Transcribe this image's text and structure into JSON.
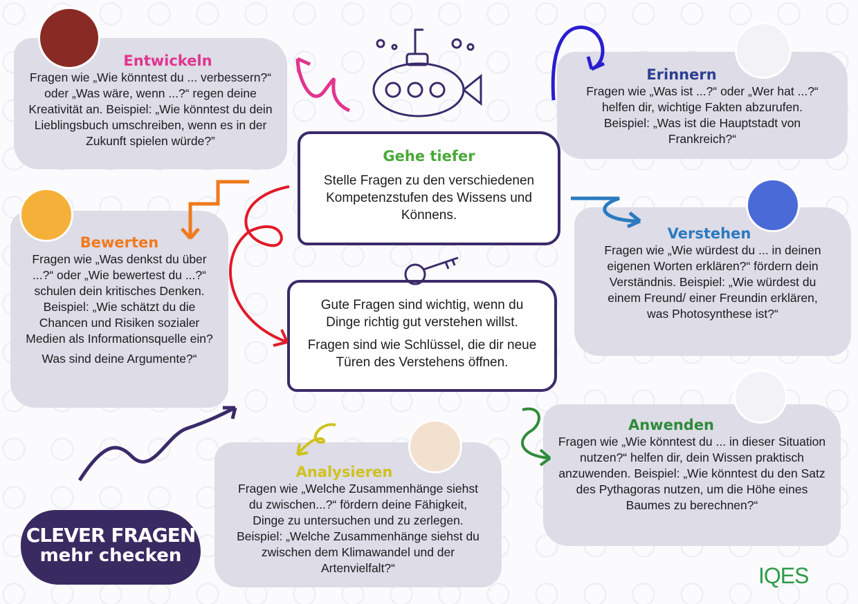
{
  "center": {
    "title": "Gehe tiefer",
    "text": "Stelle Fragen zu den verschiedenen Kompetenzstufen des Wissens und Könnens.",
    "para1": "Gute Fragen sind wichtig, wenn du Dinge richtig gut verstehen willst.",
    "para2": "Fragen sind wie Schlüssel, die dir neue Türen des Verstehens öffnen."
  },
  "cards": [
    {
      "title": "Entwickeln",
      "color": "#e0368f",
      "text": "Fragen wie „Wie könntest du ... verbessern?“ oder „Was wäre, wenn ...?“ regen deine Kreativität an. Beispiel: „Wie könntest du dein Lieblingsbuch umschreiben, wenn es in der Zukunft spielen würde?”"
    },
    {
      "title": "Erinnern",
      "color": "#2e3f8f",
      "text": "Fragen wie „Was ist ...?“ oder „Wer hat ...?“ helfen dir, wichtige Fakten abzurufen. Beispiel: „Was ist die Hauptstadt von Frankreich?“"
    },
    {
      "title": "Bewerten",
      "color": "#f07a1d",
      "text": "Fragen wie „Was denkst du über ...?“ oder „Wie bewertest du ...?“ schulen dein kritisches Denken. Beispiel: „Wie schätzt du die Chancen und Risiken sozialer Medien als Informationsquelle ein?",
      "text2": "Was sind deine Argumente?“"
    },
    {
      "title": "Verstehen",
      "color": "#2a7ac0",
      "text": "Fragen wie „Wie würdest du ... in deinen eigenen Worten erklären?“ fördern dein Verständnis. Beispiel: „Wie würdest du einem Freund/ einer Freundin erklären, was Photosynthese ist?“"
    },
    {
      "title": "Anwenden",
      "color": "#2e8b3a",
      "text": "Fragen wie „Wie könntest du ... in dieser Situation nutzen?“ helfen dir, dein Wissen praktisch anzuwenden. Beispiel: „Wie könntest du den Satz des Pythagoras nutzen, um die Höhe eines Baumes zu berechnen?“"
    },
    {
      "title": "Analysieren",
      "color": "#cfc21e",
      "text": "Fragen wie „Welche Zusammenhänge siehst du zwischen...?“ fördern deine Fähigkeit, Dinge zu untersuchen und zu zerlegen. Beispiel: „Welche Zusammenhänge siehst du zwischen dem Klimawandel und der Artenvielfalt?“"
    }
  ],
  "badge": {
    "line1": "CLEVER FRAGEN",
    "line2": "mehr checken"
  },
  "logo": "IQES",
  "colors": {
    "frame": "#3a2a6a",
    "card": "#dddce7",
    "green_title": "#4aa83a"
  }
}
